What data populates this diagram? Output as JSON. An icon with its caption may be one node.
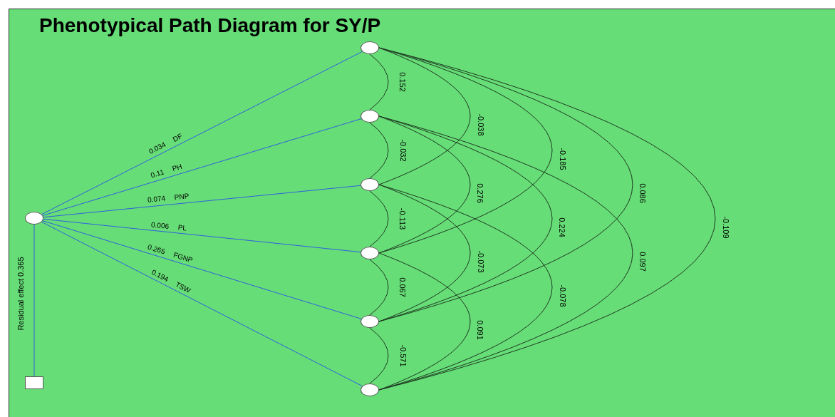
{
  "diagram": {
    "title": "Phenotypical Path Diagram for SY/P",
    "nodes": [
      {
        "text": [],
        "shape": "circle"
      },
      {
        "text": [],
        "shape": "box"
      },
      {
        "text": [],
        "shape": "circle"
      },
      {
        "text": [],
        "shape": "circle"
      },
      {
        "text": [],
        "shape": "circle"
      },
      {
        "text": [],
        "shape": "circle"
      },
      {
        "text": [],
        "shape": "circle"
      },
      {
        "text": [],
        "shape": "circle"
      }
    ],
    "edges": [
      {
        "from": 0,
        "to": 2,
        "arrow": "none",
        "label": "0.034 DF",
        "color": "#2f5fe0"
      },
      {
        "from": 0,
        "to": 3,
        "arrow": "none",
        "label": "0.11 PH",
        "color": "#2f5fe0"
      },
      {
        "from": 0,
        "to": 4,
        "arrow": "none",
        "label": "0.074 PNP",
        "color": "#2f5fe0"
      },
      {
        "from": 0,
        "to": 5,
        "arrow": "none",
        "label": "0.006 PL",
        "color": "#2f5fe0"
      },
      {
        "from": 0,
        "to": 6,
        "arrow": "none",
        "label": "0.265 FGNP",
        "color": "#2f5fe0"
      },
      {
        "from": 0,
        "to": 7,
        "arrow": "none",
        "label": "0.194 TSW",
        "color": "#2f5fe0"
      },
      {
        "from": 0,
        "to": 1,
        "arrow": "none",
        "label": "Residual effect 0.365",
        "color": "#2f5fe0"
      },
      {
        "from": 2,
        "to": 3,
        "arrow": "none",
        "label": "0.152"
      },
      {
        "from": 3,
        "to": 4,
        "arrow": "none",
        "label": "-0.032"
      },
      {
        "from": 4,
        "to": 5,
        "arrow": "none",
        "label": "-0.113"
      },
      {
        "from": 5,
        "to": 6,
        "arrow": "none",
        "label": "0.067"
      },
      {
        "from": 6,
        "to": 7,
        "arrow": "none",
        "label": "-0.571"
      },
      {
        "from": 2,
        "to": 4,
        "arrow": "none",
        "label": "-0.038"
      },
      {
        "from": 3,
        "to": 5,
        "arrow": "none",
        "label": "0.276"
      },
      {
        "from": 4,
        "to": 6,
        "arrow": "none",
        "label": "-0.073"
      },
      {
        "from": 5,
        "to": 7,
        "arrow": "none",
        "label": "0.091"
      },
      {
        "from": 2,
        "to": 5,
        "arrow": "none",
        "label": "-0.185"
      },
      {
        "from": 3,
        "to": 6,
        "arrow": "none",
        "label": "0.224"
      },
      {
        "from": 4,
        "to": 7,
        "arrow": "none",
        "label": "-0.078"
      },
      {
        "from": 2,
        "to": 6,
        "arrow": "none",
        "label": "0.086"
      },
      {
        "from": 3,
        "to": 7,
        "arrow": "none",
        "label": "0.097"
      },
      {
        "from": 2,
        "to": 7,
        "arrow": "none",
        "label": "-0.109"
      }
    ]
  }
}
